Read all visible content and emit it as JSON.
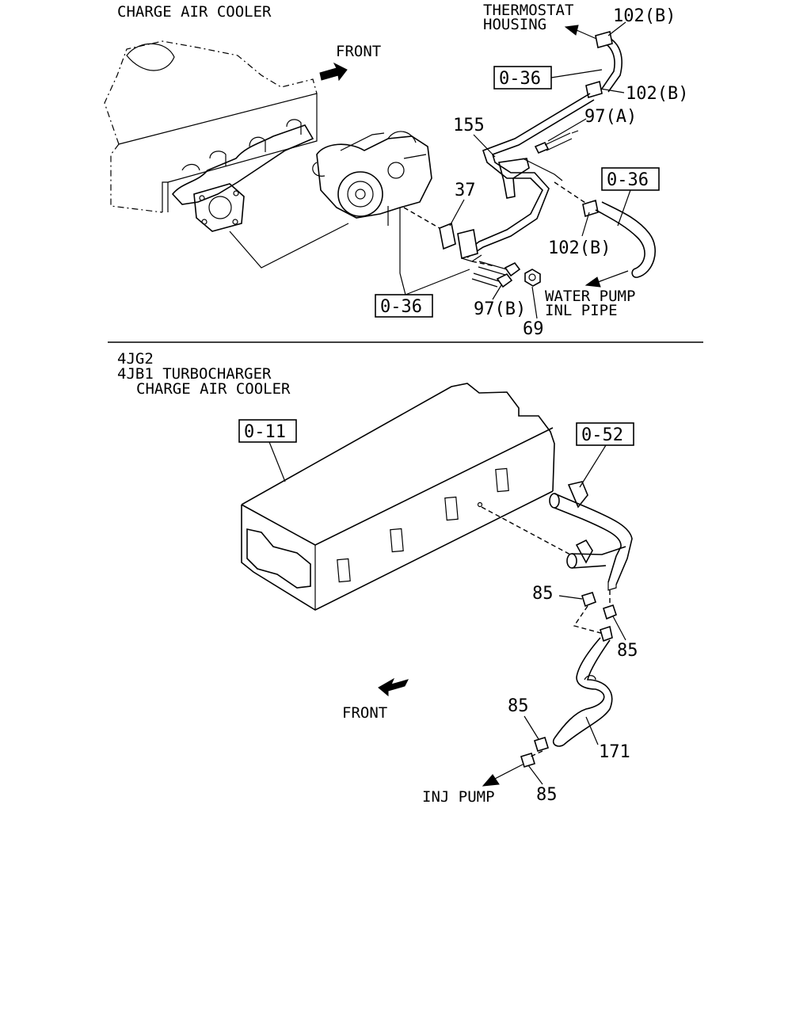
{
  "top_section": {
    "title": "CHARGE AIR COOLER",
    "front_label": "FRONT",
    "thermostat_line1": "THERMOSTAT",
    "thermostat_line2": "HOUSING",
    "water_pump_line1": "WATER PUMP",
    "water_pump_line2": "INL PIPE",
    "refs": {
      "r1": "0-36",
      "r2": "0-36",
      "r3": "0-36"
    },
    "parts": {
      "p102b_top": "102(B)",
      "p102b_mid": "102(B)",
      "p102b_low": "102(B)",
      "p155": "155",
      "p97a": "97(A)",
      "p37": "37",
      "p97b": "97(B)",
      "p69": "69"
    }
  },
  "bottom_section": {
    "title_line1": "4JG2",
    "title_line2": "4JB1 TURBOCHARGER",
    "title_line3": "CHARGE AIR COOLER",
    "front_label": "FRONT",
    "inj_pump_label": "INJ PUMP",
    "refs": {
      "r1": "0-11",
      "r2": "0-52"
    },
    "parts": {
      "p85_a": "85",
      "p85_b": "85",
      "p85_c": "85",
      "p85_d": "85",
      "p171": "171"
    }
  }
}
